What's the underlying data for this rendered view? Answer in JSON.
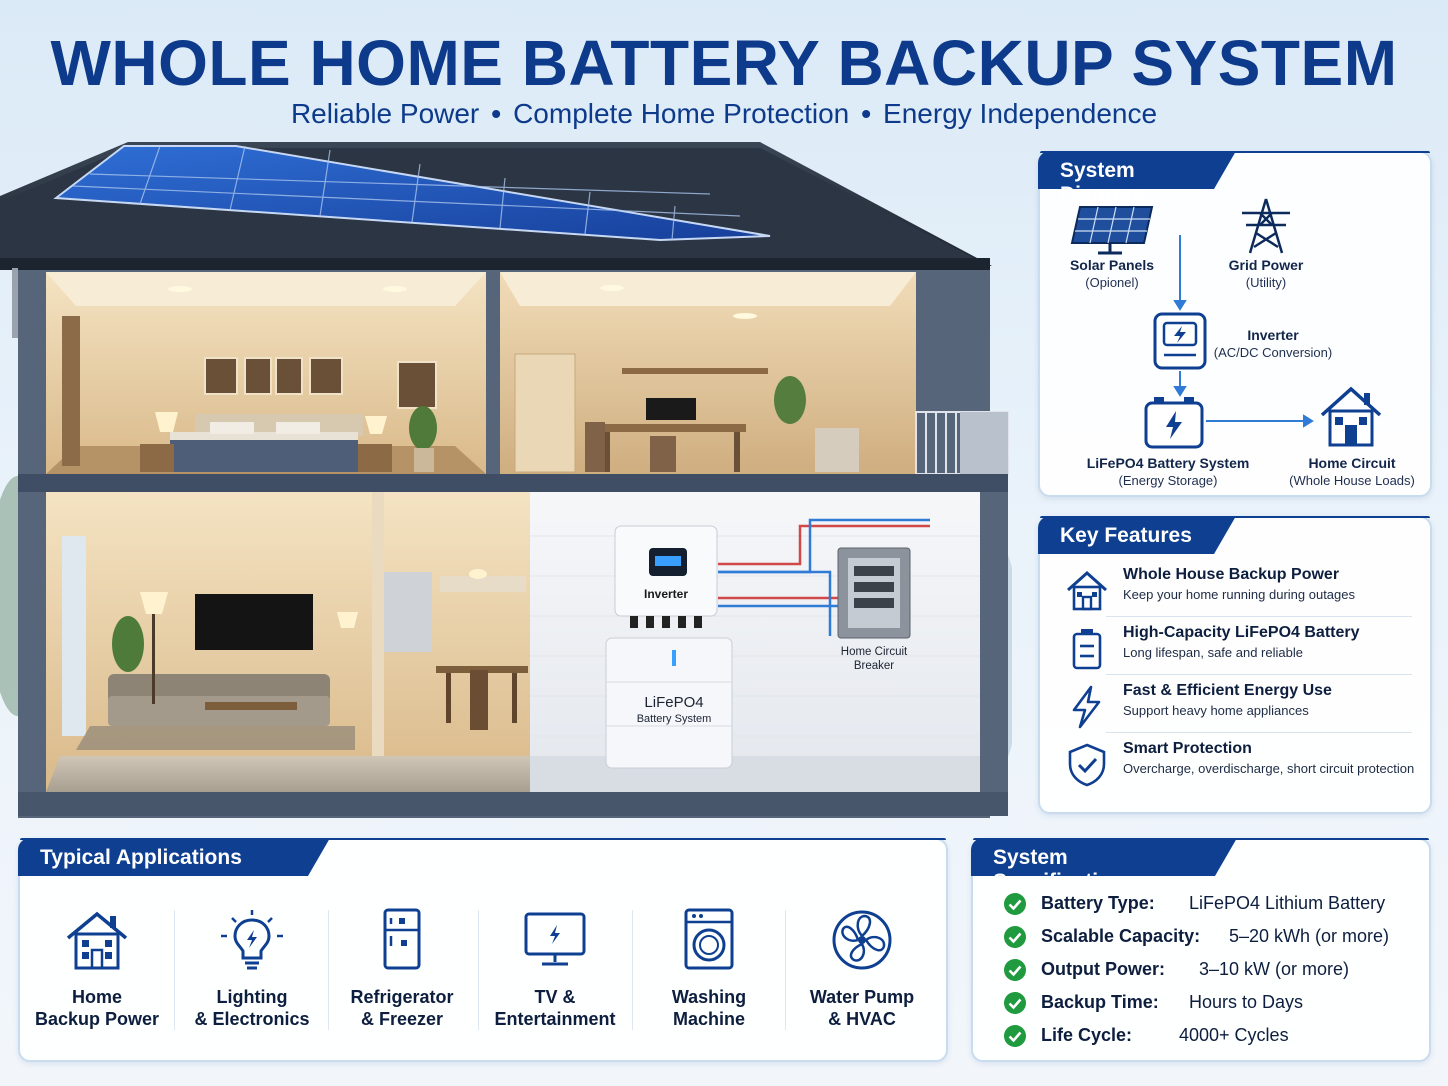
{
  "header": {
    "title": "WHOLE HOME BATTERY BACKUP SYSTEM",
    "tagline_1": "Reliable Power",
    "tagline_2": "Complete Home Protection",
    "tagline_3": "Energy Independence",
    "separator": "•"
  },
  "illustration": {
    "inverter_label": "Inverter",
    "battery_label_1": "LiFePO4",
    "battery_label_2": "Battery System",
    "breaker_label_1": "Home Circuit",
    "breaker_label_2": "Breaker"
  },
  "system_diagram": {
    "title": "System Diagram",
    "solar_title": "Solar Panels",
    "solar_sub": "(Opionel)",
    "grid_title": "Grid Power",
    "grid_sub": "(Utility)",
    "inverter_title": "Inverter",
    "inverter_sub": "(AC/DC Conversion)",
    "battery_title": "LiFePO4 Battery System",
    "battery_sub": "(Energy Storage)",
    "home_title": "Home Circuit",
    "home_sub": "(Whole House Loads)"
  },
  "key_features": {
    "title": "Key Features",
    "items": [
      {
        "title": "Whole House Backup Power",
        "desc": "Keep your home running during outages",
        "icon": "house-icon"
      },
      {
        "title": "High-Capacity LiFePO4 Battery",
        "desc": "Long lifespan, safe and reliable",
        "icon": "battery-icon"
      },
      {
        "title": "Fast & Efficient Energy Use",
        "desc": "Support heavy home appliances",
        "icon": "lightning-icon"
      },
      {
        "title": "Smart Protection",
        "desc": "Overcharge, overdischarge, short circuit protection",
        "icon": "shield-icon"
      }
    ]
  },
  "applications": {
    "title": "Typical Applications",
    "items": [
      {
        "line1": "Home",
        "line2": "Backup Power",
        "icon": "house-icon"
      },
      {
        "line1": "Lighting",
        "line2": "& Electronics",
        "icon": "lightbulb-icon"
      },
      {
        "line1": "Refrigerator",
        "line2": "& Freezer",
        "icon": "refrigerator-icon"
      },
      {
        "line1": "TV &",
        "line2": "Entertainment",
        "icon": "tv-icon"
      },
      {
        "line1": "Washing",
        "line2": "Machine",
        "icon": "washing-machine-icon"
      },
      {
        "line1": "Water Pump",
        "line2": "& HVAC",
        "icon": "fan-icon"
      }
    ]
  },
  "specifications": {
    "title": "System Specifications",
    "items": [
      {
        "key": "Battery Type:",
        "value": "LiFePO4 Lithium Battery"
      },
      {
        "key": "Scalable Capacity:",
        "value": "5–20 kWh (or more)"
      },
      {
        "key": "Output Power:",
        "value": "3–10 kW (or more)"
      },
      {
        "key": "Backup Time:",
        "value": "Hours to Days"
      },
      {
        "key": "Life Cycle:",
        "value": "4000+ Cycles"
      }
    ]
  },
  "colors": {
    "brand_blue": "#0e3f91",
    "title_blue": "#0d3a8a",
    "check_green": "#1f9a3e"
  }
}
